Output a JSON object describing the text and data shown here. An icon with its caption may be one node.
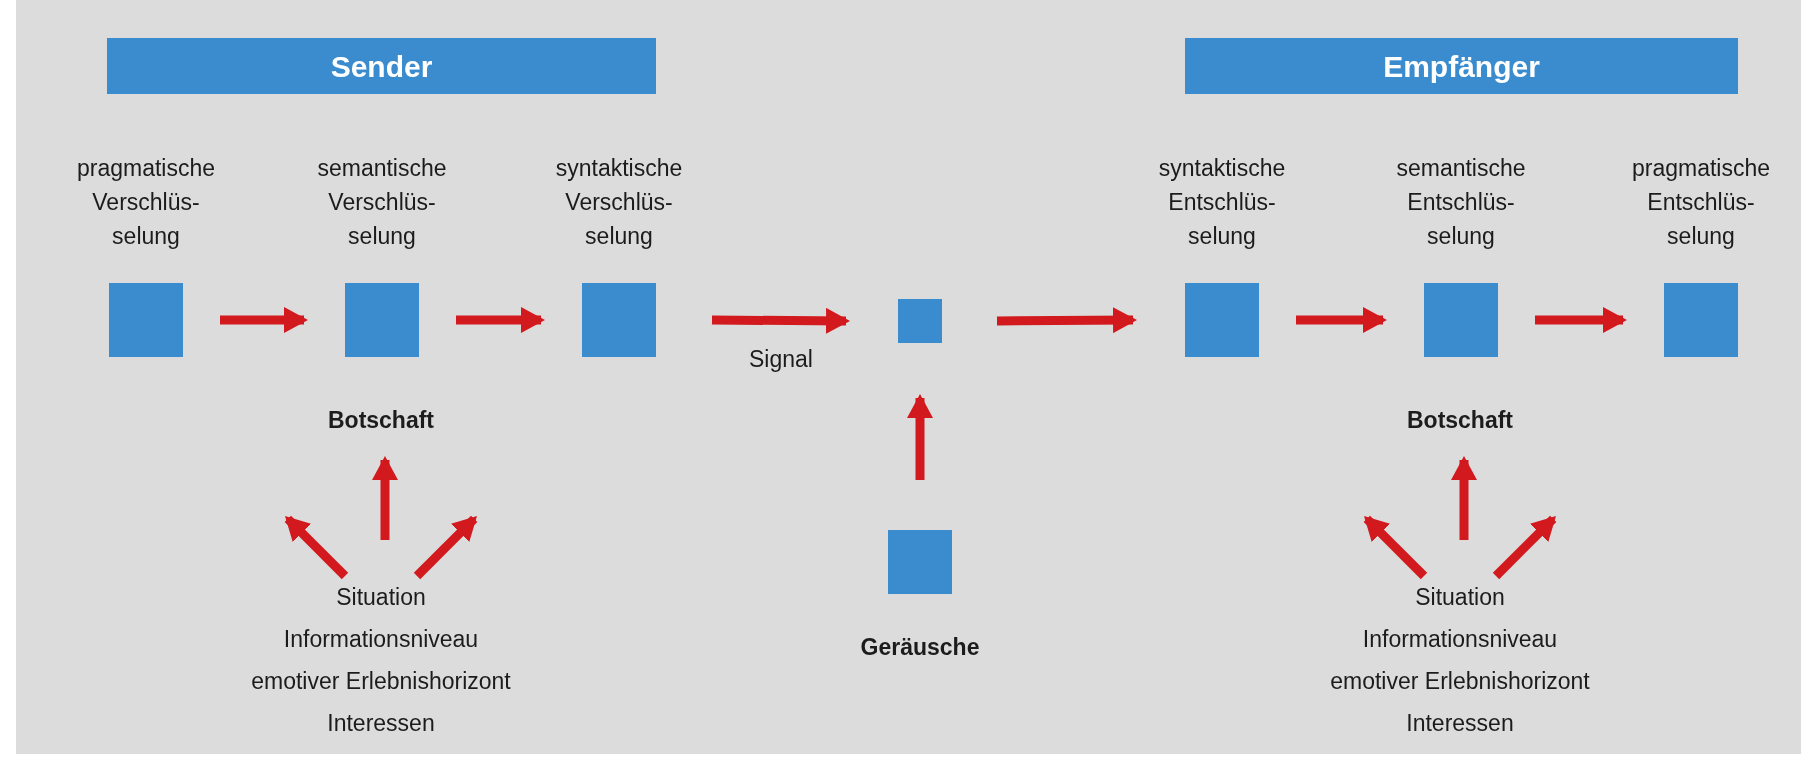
{
  "diagram": {
    "nodes": [
      {
        "text": [
          "Sender"
        ]
      },
      {
        "text": [
          "Empfänger"
        ]
      },
      {
        "text": [
          "pragmatische Verschlüs- selung"
        ]
      },
      {
        "text": [
          "semantische Verschlüs- selung"
        ]
      },
      {
        "text": [
          "syntaktische Verschlüs- selung"
        ]
      },
      {
        "text": [],
        "shape": "box"
      },
      {
        "text": [
          "syntaktische Entschlüs- selung"
        ]
      },
      {
        "text": [
          "semantische Entschlüs- selung"
        ]
      },
      {
        "text": [
          "pragmatische Entschlüs- selung"
        ]
      },
      {
        "text": [
          "Botschaft"
        ]
      },
      {
        "text": [
          "Situation",
          "Informationsniveau",
          "emotiver Erlebnishorizont",
          "Interessen"
        ]
      },
      {
        "text": [
          "Geräusche"
        ]
      },
      {
        "text": [
          "Botschaft"
        ]
      },
      {
        "text": [
          "Situation",
          "Informationsniveau",
          "emotiver Erlebnishorizont",
          "Interessen"
        ]
      }
    ],
    "edges": [
      {
        "from": 2,
        "to": 3,
        "arrow": "to"
      },
      {
        "from": 3,
        "to": 4,
        "arrow": "to"
      },
      {
        "from": 4,
        "to": 5,
        "arrow": "to",
        "label": "Signal"
      },
      {
        "from": 5,
        "to": 6,
        "arrow": "to"
      },
      {
        "from": 6,
        "to": 7,
        "arrow": "to"
      },
      {
        "from": 7,
        "to": 8,
        "arrow": "to"
      },
      {
        "from": 11,
        "to": 5,
        "arrow": "to"
      },
      {
        "from": 10,
        "to": null,
        "arrow": "to"
      },
      {
        "from": 10,
        "to": 9,
        "arrow": "to"
      },
      {
        "from": 10,
        "to": null,
        "arrow": "to"
      },
      {
        "from": 13,
        "to": null,
        "arrow": "to"
      },
      {
        "from": 13,
        "to": 12,
        "arrow": "to"
      },
      {
        "from": 13,
        "to": null,
        "arrow": "to"
      }
    ]
  }
}
